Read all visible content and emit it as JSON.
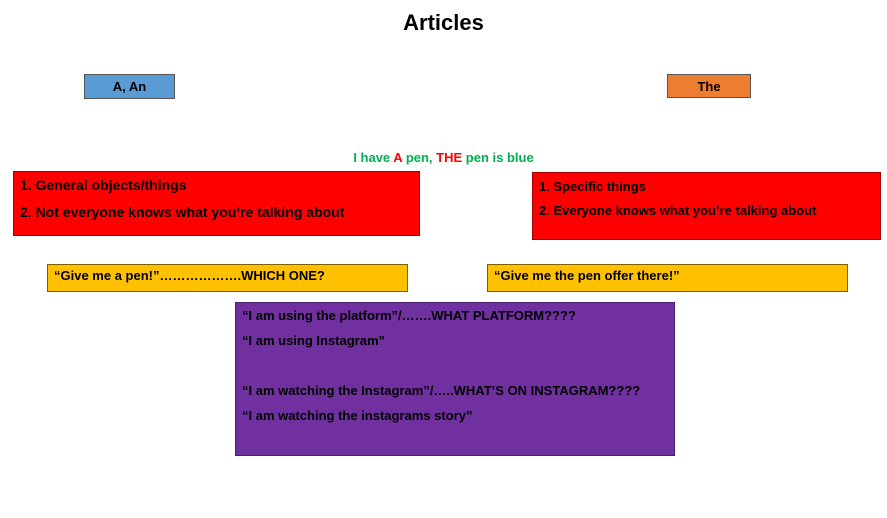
{
  "title": "Articles",
  "labels": {
    "indefinite": "A, An",
    "definite": "The"
  },
  "example": {
    "part1": "I have ",
    "part2": "A",
    "part3": " pen, ",
    "part4": "THE",
    "part5": " pen is blue"
  },
  "indefinite_rules": [
    "1. General objects/things",
    "2. Not everyone knows what you’re talking about"
  ],
  "definite_rules": [
    "1. Specific things",
    "2. Everyone knows what you’re talking about"
  ],
  "indefinite_example": "“Give me a pen!”……………….WHICH ONE?",
  "definite_example": "“Give me the pen offer there!”",
  "sentences": [
    "“I am using the platform”/…….WHAT PLATFORM????",
    "“I am using Instagram”",
    "“I am watching the Instagram”/…..WHAT’S ON INSTAGRAM????",
    "“I am watching the instagrams story”"
  ],
  "colors": {
    "indefinite_label": "#5b9bd5",
    "definite_label": "#ed7d31",
    "rule_box": "#ff0000",
    "example_box": "#ffc000",
    "sentence_box": "#7030a0",
    "example_green": "#00b050",
    "example_red": "#ff0000"
  }
}
